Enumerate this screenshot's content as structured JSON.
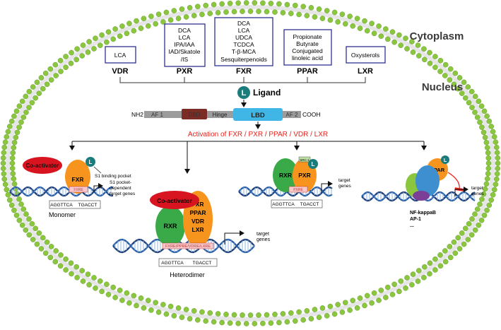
{
  "regions": {
    "cytoplasm": "Cytoplasm",
    "nucleus": "Nucleus"
  },
  "ligand_boxes": [
    {
      "receptor": "VDR",
      "ligands": [
        "LCA"
      ]
    },
    {
      "receptor": "PXR",
      "ligands": [
        "DCA",
        "LCA",
        "IPA/IAA",
        "IAD/Skatole",
        "/IS"
      ]
    },
    {
      "receptor": "FXR",
      "ligands": [
        "DCA",
        "LCA",
        "UDCA",
        "TCDCA",
        "T-β-MCA",
        "Sesquiterpenoids"
      ]
    },
    {
      "receptor": "PPAR",
      "ligands": [
        "Propionate",
        "Butyrate",
        "Conjugated",
        "linoleic acid"
      ]
    },
    {
      "receptor": "LXR",
      "ligands": [
        "Oxysterols"
      ]
    }
  ],
  "ligand": {
    "symbol": "L",
    "label": "Ligand"
  },
  "domain_bar": {
    "n_term": "NH2",
    "c_term": "COOH",
    "segments": [
      "AF 1",
      "DBD",
      "Hinge",
      "LBD",
      "AF 2"
    ]
  },
  "activation_label": "Activation of FXR / PXR / PPAR / VDR / LXR",
  "monomer": {
    "coactivator": "Co-activator",
    "receptor": "FXR",
    "ligand": "L",
    "pocket_label": "S1 binding pocket",
    "target_label": [
      "S1 pocket-",
      "dependent",
      "target genes"
    ],
    "element": "FXRE",
    "seq_left": "AGGTTCA",
    "seq_right": "TGACCT",
    "caption": "Monomer"
  },
  "heterodimer": {
    "coactivator": "Co-activator",
    "partner": "RXR",
    "receptors": [
      "FXR",
      "PPAR",
      "VDR",
      "LXR"
    ],
    "element": "FXRE/PPRE/VDRE/LXRE",
    "target_label": [
      "target",
      "genes"
    ],
    "seq_left": "AGGTTCA",
    "seq_right": "TGACCT",
    "caption": "Heterodimer"
  },
  "pxr_complex": {
    "partner": "RXR",
    "receptor": "PXR",
    "ligand": "L",
    "tag": "SRC-1",
    "element": "PXRE",
    "target_label": [
      "target",
      "genes"
    ],
    "seq_left": "AGGTTCA",
    "seq_right": "TGACCT"
  },
  "ppar_transrepression": {
    "receptor": "PPAR",
    "ligand": "L",
    "target_label": [
      "target",
      "genes"
    ],
    "factors": [
      "NF-kappaB",
      "AP-1",
      "..."
    ]
  },
  "colors": {
    "membrane": "#8bc63f",
    "box_border": "#2e3192",
    "ligand": "#1b7c7b",
    "activation": "#e8211b",
    "coactivator": "#d7141f",
    "rxr": "#3aaa49",
    "receptor": "#f7941d",
    "lbd": "#40b6e7",
    "dbd": "#7b2d25",
    "ppar_blue": "#3d8fcf",
    "ppar_purple": "#7b3f98",
    "ppar_green": "#8bc63f"
  }
}
